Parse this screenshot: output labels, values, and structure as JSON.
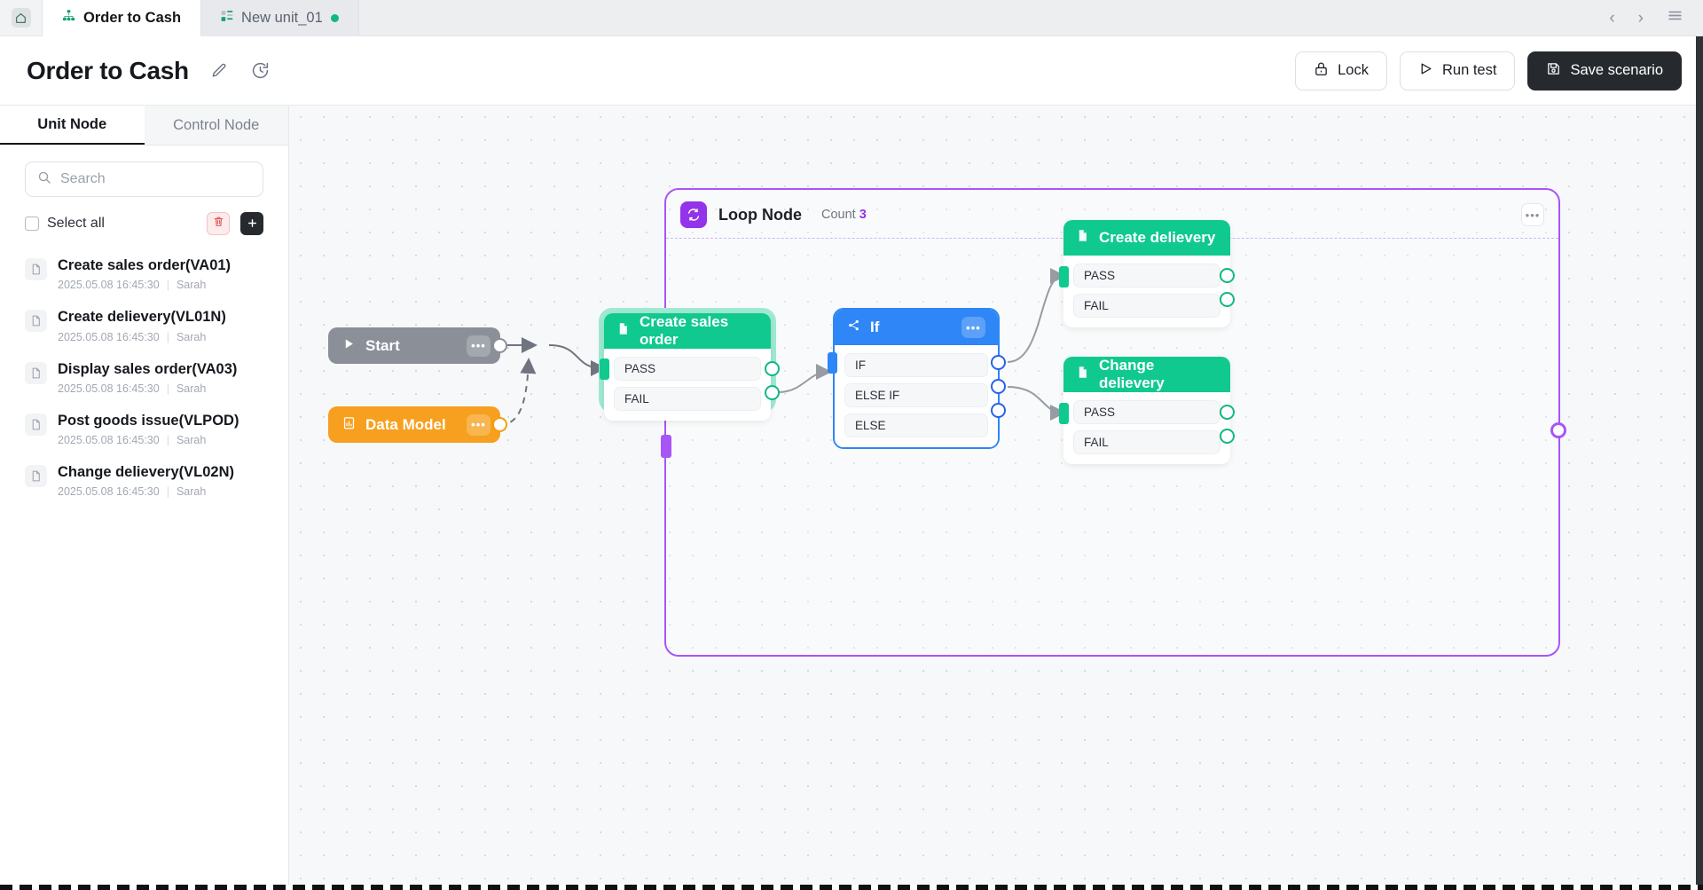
{
  "tabbar": {
    "home_icon": "home-icon",
    "tabs": [
      {
        "label": "Order to Cash",
        "icon": "sitemap-icon",
        "active": true,
        "dirty": false
      },
      {
        "label": "New unit_01",
        "icon": "grid-icon",
        "active": false,
        "dirty": true
      }
    ],
    "nav": {
      "prev": "‹",
      "next": "›",
      "menu": "menu-icon"
    }
  },
  "header": {
    "title": "Order to Cash",
    "edit_icon": "pencil-icon",
    "history_icon": "history-icon",
    "actions": [
      {
        "label": "Lock",
        "icon": "lock-icon",
        "primary": false
      },
      {
        "label": "Run test",
        "icon": "play-icon",
        "primary": false
      },
      {
        "label": "Save scenario",
        "icon": "save-icon",
        "primary": true
      }
    ]
  },
  "sidebar": {
    "tabs": [
      {
        "label": "Unit Node",
        "active": true
      },
      {
        "label": "Control Node",
        "active": false
      }
    ],
    "search": {
      "placeholder": "Search",
      "value": "",
      "icon": "search-icon"
    },
    "select_all_label": "Select all",
    "delete_icon": "trash-icon",
    "add_icon": "plus-icon",
    "items": [
      {
        "name": "Create sales order(VA01)",
        "date": "2025.05.08 16:45:30",
        "author": "Sarah",
        "icon": "document-icon"
      },
      {
        "name": "Create delievery(VL01N)",
        "date": "2025.05.08 16:45:30",
        "author": "Sarah",
        "icon": "document-icon"
      },
      {
        "name": "Display sales order(VA03)",
        "date": "2025.05.08 16:45:30",
        "author": "Sarah",
        "icon": "document-icon"
      },
      {
        "name": "Post goods issue(VLPOD)",
        "date": "2025.05.08 16:45:30",
        "author": "Sarah",
        "icon": "document-icon"
      },
      {
        "name": "Change delievery(VL02N)",
        "date": "2025.05.08 16:45:30",
        "author": "Sarah",
        "icon": "document-icon"
      }
    ]
  },
  "canvas": {
    "loop": {
      "title": "Loop Node",
      "count_label": "Count",
      "count_value": "3",
      "icon": "loop-icon",
      "more_icon": "ellipsis-icon",
      "color": "#a855f7"
    },
    "nodes": {
      "start": {
        "title": "Start",
        "icon": "play-icon",
        "color": "#8a8f98",
        "more_icon": "ellipsis-icon"
      },
      "data_model": {
        "title": "Data Model",
        "icon": "chart-icon",
        "color": "#f59e0b",
        "more_icon": "ellipsis-icon"
      },
      "create_sales_order": {
        "title": "Create sales order",
        "icon": "document-icon",
        "color": "#10c98f",
        "selected": true,
        "ports": [
          "PASS",
          "FAIL"
        ]
      },
      "if": {
        "title": "If",
        "icon": "branch-icon",
        "color": "#2f86f6",
        "more_icon": "ellipsis-icon",
        "ports": [
          "IF",
          "ELSE IF",
          "ELSE"
        ]
      },
      "create_delievery": {
        "title": "Create delievery",
        "icon": "document-icon",
        "color": "#10c98f",
        "ports": [
          "PASS",
          "FAIL"
        ]
      },
      "change_delievery": {
        "title": "Change delievery",
        "icon": "document-icon",
        "color": "#10c98f",
        "ports": [
          "PASS",
          "FAIL"
        ]
      }
    }
  }
}
